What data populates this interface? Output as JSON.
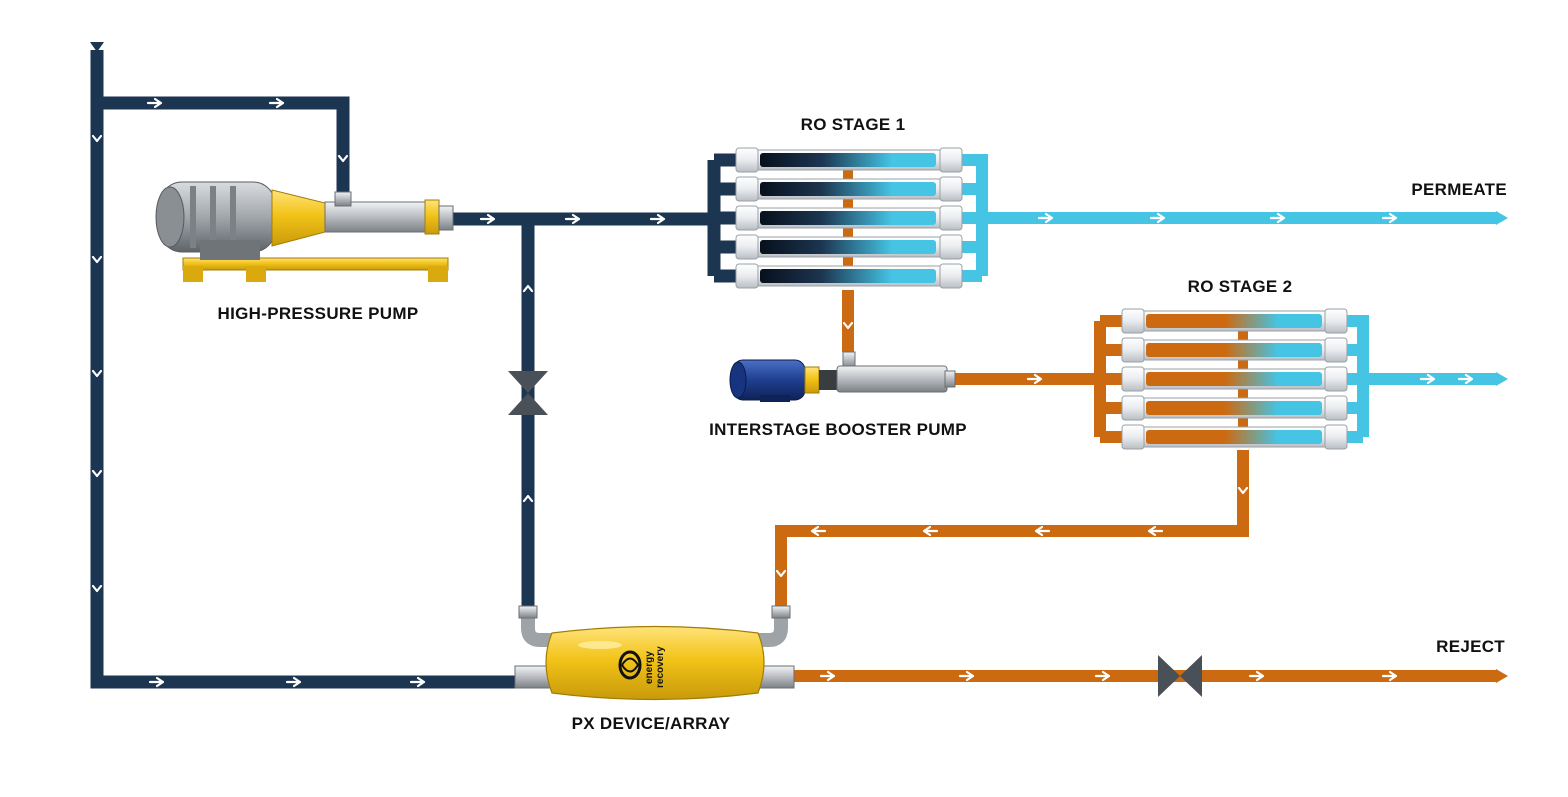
{
  "labels": {
    "ro_stage_1": "RO STAGE 1",
    "ro_stage_2": "RO STAGE 2",
    "permeate": "PERMEATE",
    "reject": "REJECT",
    "high_pressure_pump": "HIGH-PRESSURE PUMP",
    "interstage_booster_pump": "INTERSTAGE BOOSTER PUMP",
    "px_device": "PX DEVICE/ARRAY"
  },
  "brand": {
    "line1": "energy",
    "line2": "recovery"
  },
  "colors": {
    "feed": "#1c3550",
    "brine": "#cc6a12",
    "permeate": "#45c4e4",
    "equipment_yellow": "#f2c318",
    "motor_gray": "#a8adb2",
    "motor_blue": "#1f3f8f",
    "valve": "#4a5058"
  },
  "icons": [
    "arrow-chevron-icon",
    "valve-icon",
    "pump-icon",
    "membrane-vessel-icon"
  ]
}
